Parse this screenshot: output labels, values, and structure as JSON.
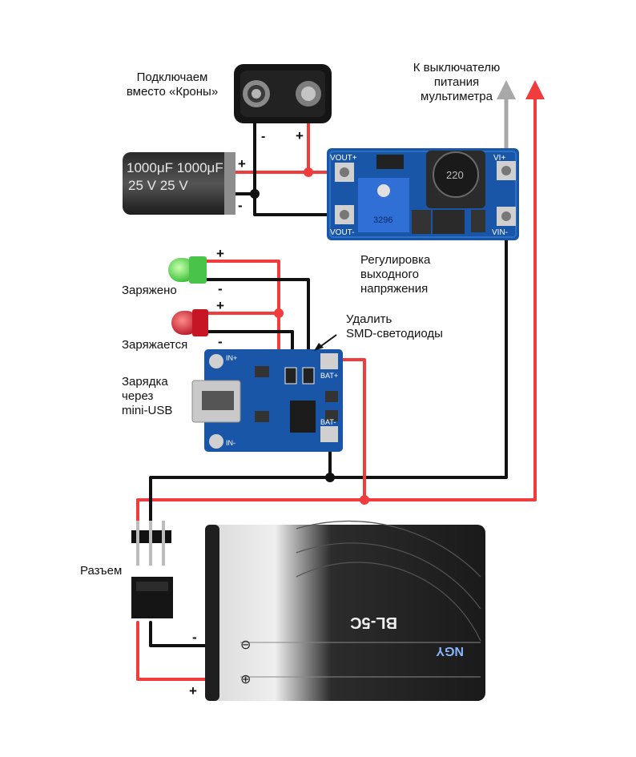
{
  "labels": {
    "krona": [
      "Подключаем",
      "вместо «Кроны»"
    ],
    "switch": [
      "К выключателю",
      "питания",
      "мультиметра"
    ],
    "regulation": [
      "Регулировка",
      "выходного",
      "напряжения"
    ],
    "charged": "Заряжено",
    "charging": "Заряжается",
    "remove_smd": [
      "Удалить",
      "SMD-светодиоды"
    ],
    "usb_charge": [
      "Зарядка",
      "через",
      "mini-USB"
    ],
    "connector": "Разъем"
  },
  "signs": {
    "plus": "+",
    "minus": "-"
  },
  "capacitor": {
    "text1": "1000μF 1000μF",
    "text2": "25  V  25  V"
  },
  "boost_board": {
    "vout_plus": "VOUT+",
    "vout_minus": "VOUT-",
    "vin_plus": "VI+",
    "vin_minus": "VIN-",
    "inductor": "220",
    "trimmer": "3296"
  },
  "charger_board": {
    "in_plus": "IN+",
    "in_minus": "IN-",
    "bat_plus": "BAT+",
    "bat_minus": "BAT-"
  },
  "battery": {
    "model": "BL-5C",
    "brand": "NGY",
    "minus_symbol": "⊖",
    "plus_symbol": "⊕"
  },
  "colors": {
    "wire_red": "#f03c3c",
    "wire_black": "#111111",
    "arrow_grey": "#a8a8a8",
    "pcb_blue": "#1a56a8",
    "led_green": "#3fd43f",
    "led_red": "#d81b2a"
  }
}
